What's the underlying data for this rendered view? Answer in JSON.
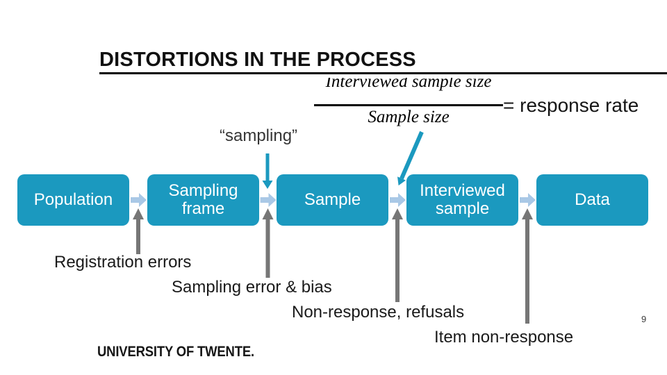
{
  "slide": {
    "title": "DISTORTIONS IN THE PROCESS",
    "page_number": "9",
    "footer_logo": "UNIVERSITY OF TWENTE."
  },
  "formula": {
    "numerator": "Interviewed sample size",
    "denominator": "Sample size",
    "result": "= response rate"
  },
  "labels": {
    "sampling": "“sampling”"
  },
  "flow": {
    "boxes": [
      {
        "label": "Population"
      },
      {
        "label": "Sampling frame"
      },
      {
        "label": "Sample"
      },
      {
        "label": "Interviewed sample"
      },
      {
        "label": "Data"
      }
    ]
  },
  "distortions": [
    {
      "label": "Registration errors"
    },
    {
      "label": "Sampling error & bias"
    },
    {
      "label": "Non-response, refusals"
    },
    {
      "label": "Item non-response"
    }
  ],
  "colors": {
    "box_teal": "#1b99bf",
    "connector_blue": "#a9c8e6",
    "arrow_gray": "#767676",
    "text_black": "#1a1a1a"
  }
}
